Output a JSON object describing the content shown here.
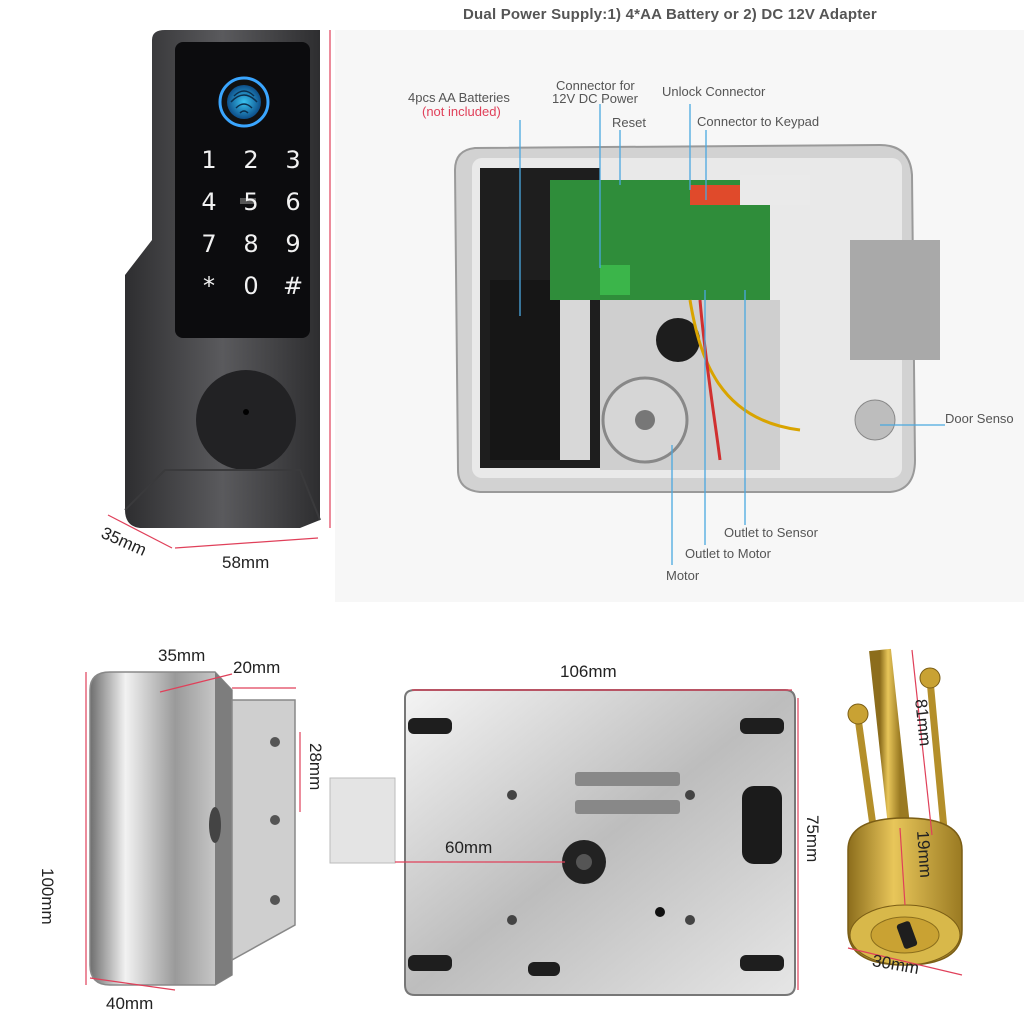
{
  "header": {
    "title": "Dual Power Supply:1) 4*AA Battery or 2) DC 12V Adapter"
  },
  "keypad": {
    "keys": [
      "1",
      "2",
      "3",
      "4",
      "5",
      "6",
      "7",
      "8",
      "9",
      "*",
      "0",
      "#"
    ],
    "dim_depth": "35mm",
    "dim_width": "58mm"
  },
  "callouts": {
    "batteries": "4pcs AA Batteries",
    "batteries_note": "(not included)",
    "power_connector_line1": "Connector for",
    "power_connector_line2": "12V DC Power",
    "reset": "Reset",
    "unlock_connector": "Unlock Connector",
    "keypad_connector": "Connector to Keypad",
    "door_sensor": "Door Senso",
    "outlet_sensor": "Outlet to Sensor",
    "outlet_motor": "Outlet to Motor",
    "motor": "Motor"
  },
  "lock_side": {
    "depth": "35mm",
    "flange": "20mm",
    "height": "100mm",
    "slot": "28mm",
    "bottom": "40mm"
  },
  "lock_front": {
    "width": "106mm",
    "backset": "60mm",
    "height": "75mm"
  },
  "cylinder": {
    "screw_length": "81mm",
    "body_length": "19mm",
    "diameter": "30mm"
  },
  "colors": {
    "accent_red": "#e0405a",
    "keypad_body": "#4a4a4c",
    "brass": "#c9a233"
  }
}
